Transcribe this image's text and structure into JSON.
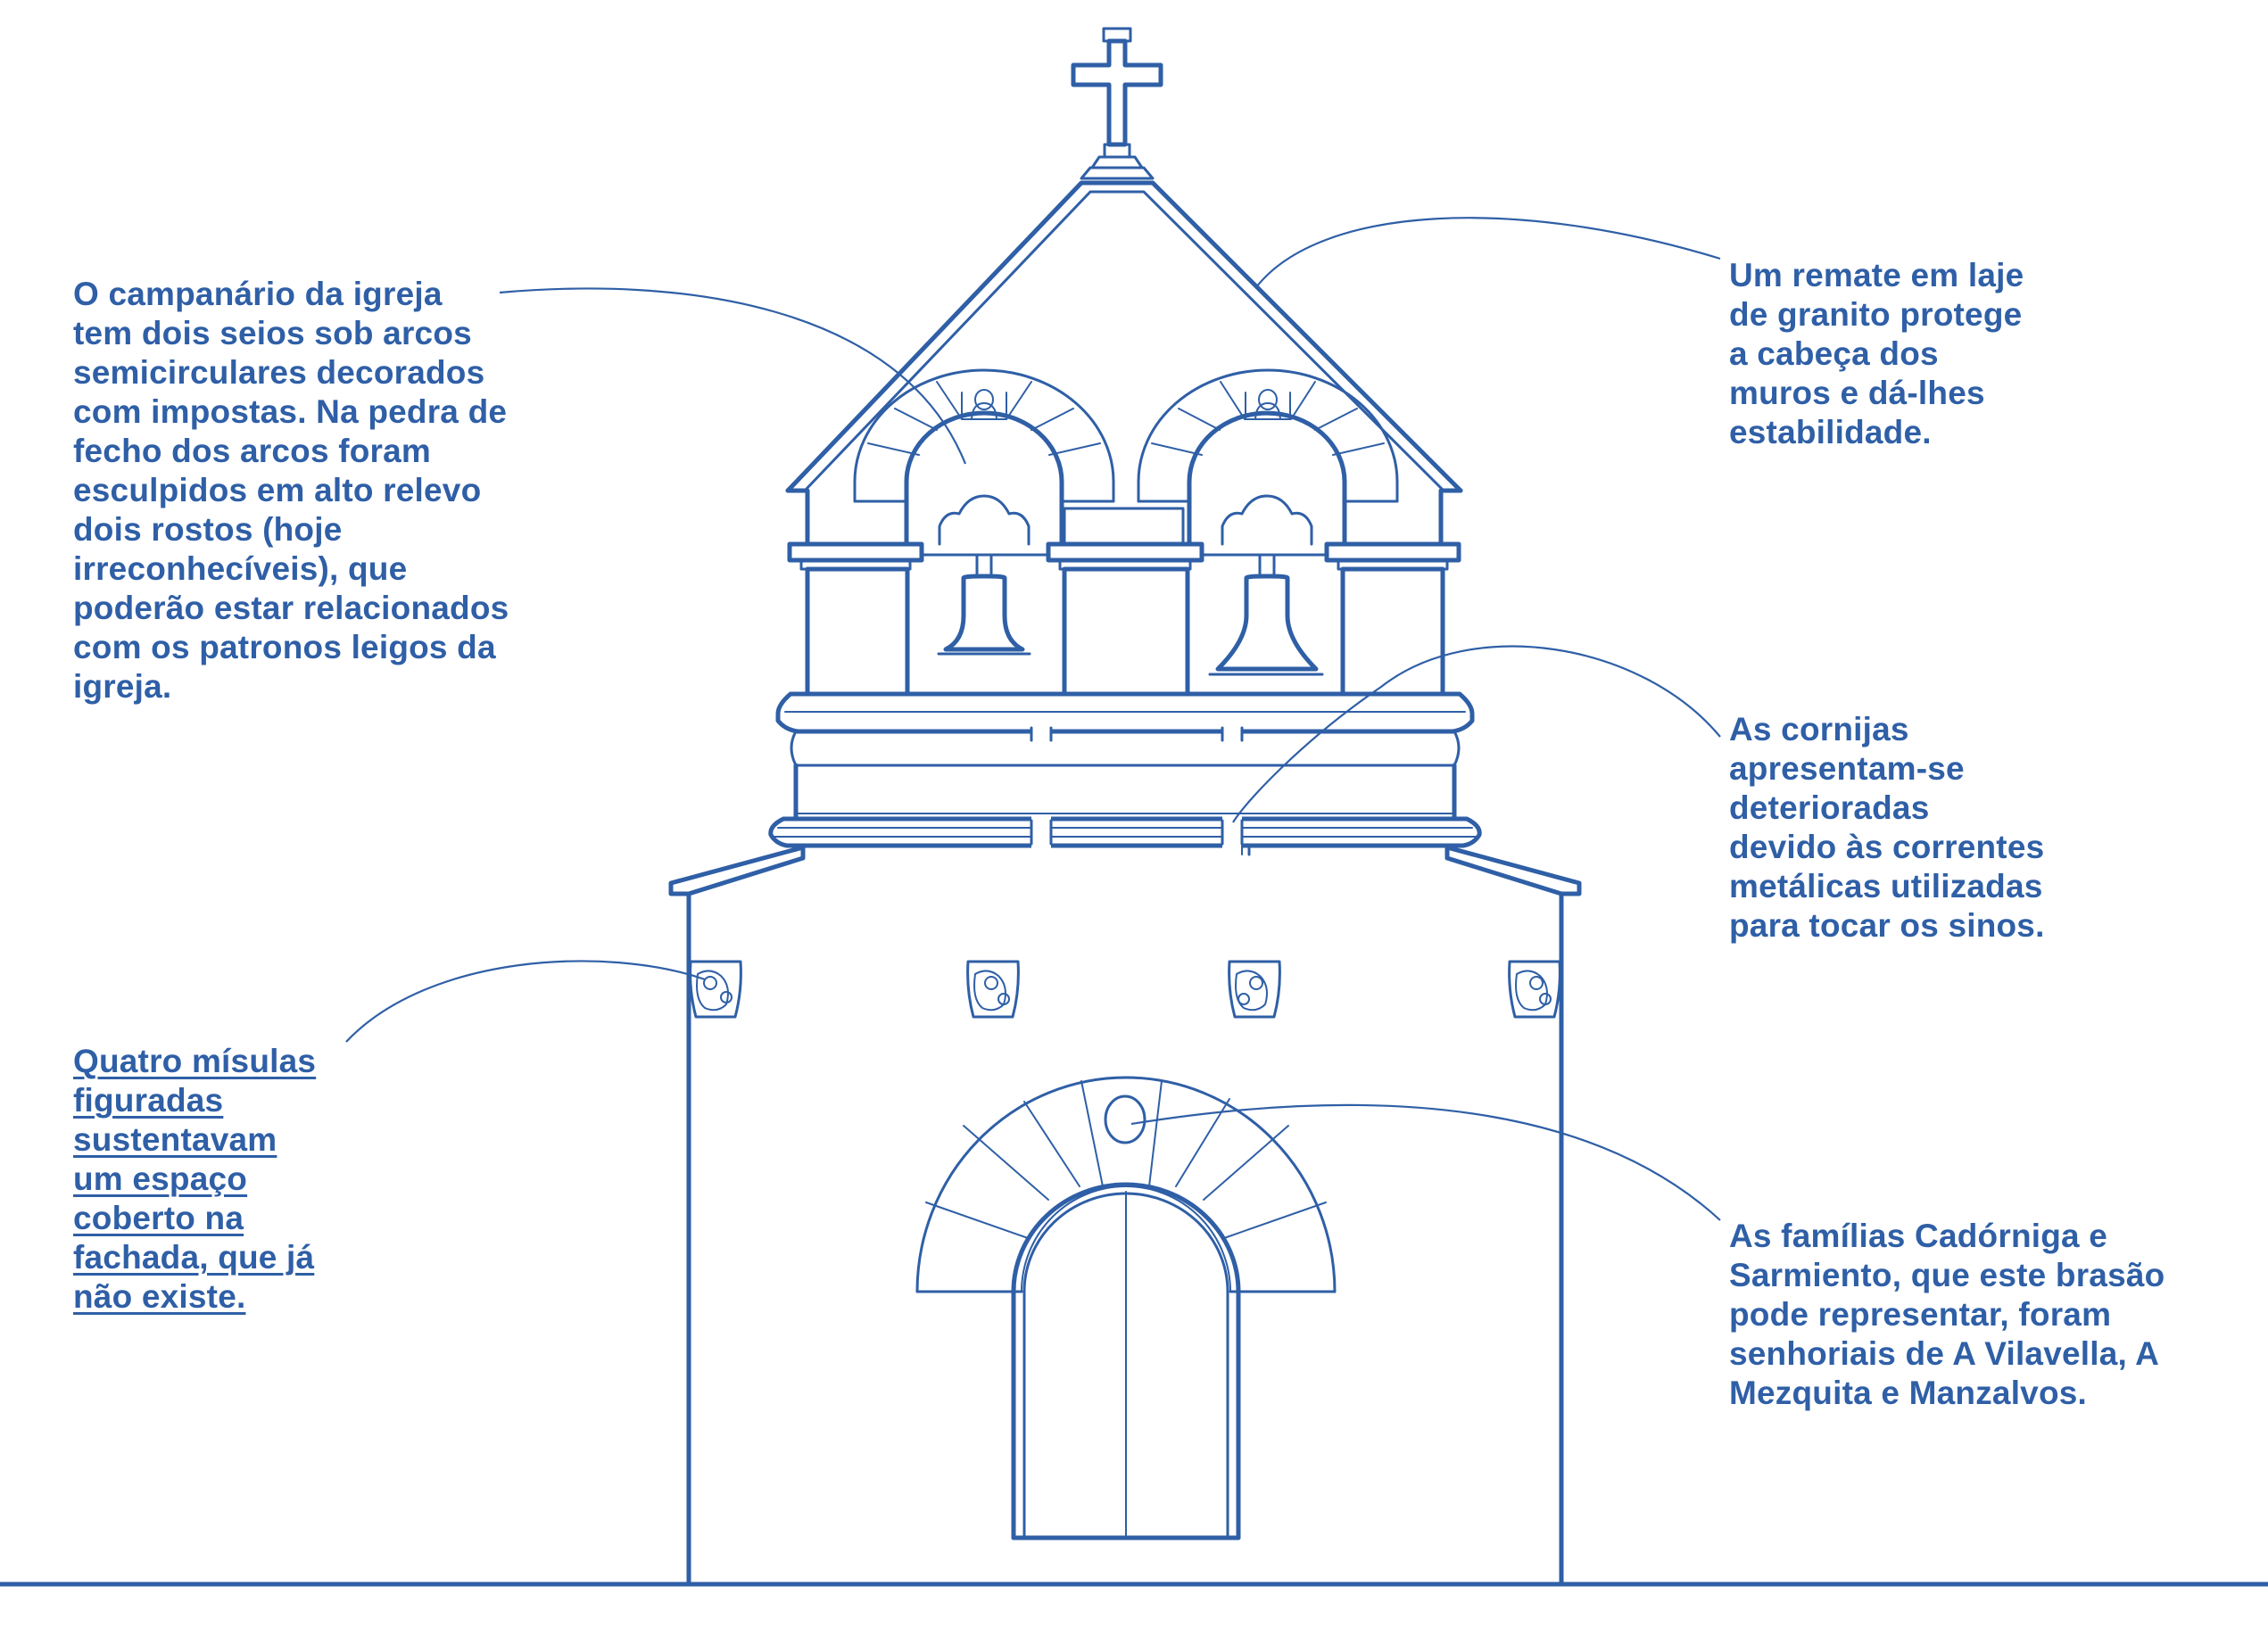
{
  "colors": {
    "ink": "#2f5fa6",
    "background": "#ffffff"
  },
  "annotations": {
    "belfry": "O campanário da igreja\ntem dois seios sob arcos\nsemicirculares decorados\ncom impostas. Na pedra de\nfecho dos arcos foram\nesculpidos em alto relevo\ndois rostos (hoje\nirreconhecíveis), que\npoderão estar relacionados\ncom os patronos leigos da\nigreja.",
    "coping": "Um remate em laje\nde granito protege\na cabeça dos\nmuros e dá-lhes\nestabilidade.",
    "cornices": "As cornijas\napresentam-se\ndeterioradas\ndevido às correntes\nmetálicas utilizadas\npara tocar os sinos.",
    "corbels": "Quatro mísulas\nfiguradas\nsustentavam\num espaço\ncoberto na\nfachada, que já\nnão existe.",
    "families": "As famílias Cadórniga e\nSarmiento, que este brasão\npode representar, foram\nsenhoriais de A Vilavella, A\nMezquita e Manzalvos."
  }
}
